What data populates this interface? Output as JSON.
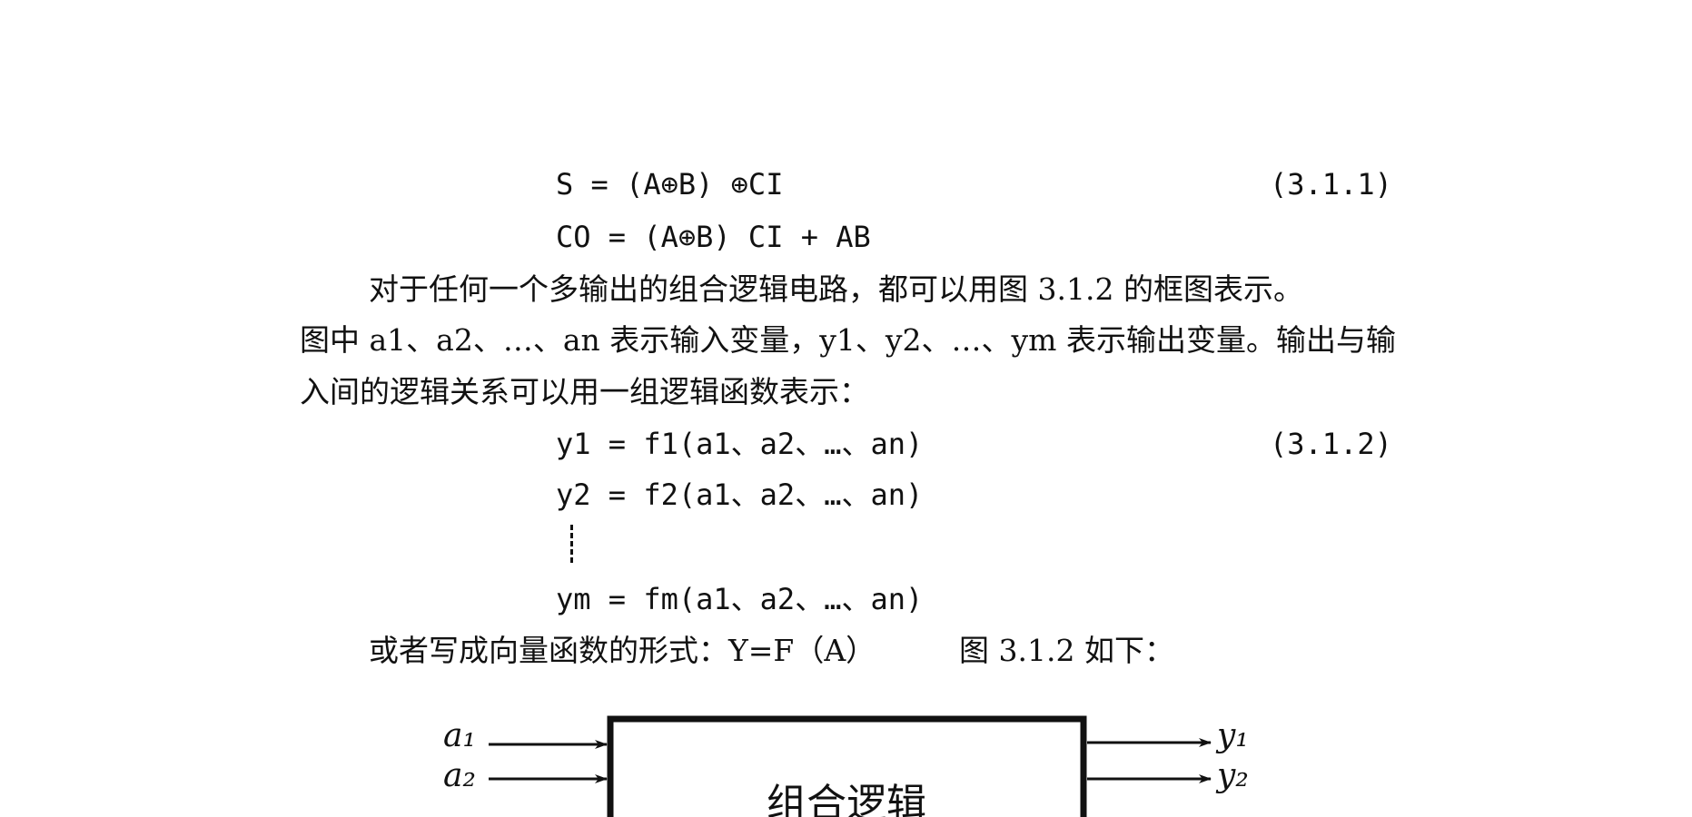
{
  "equations_1": {
    "s": "S = (A⊕B) ⊕CI",
    "co": "CO = (A⊕B) CI + AB",
    "number": "(3.1.1)"
  },
  "paragraph": {
    "line1": "对于任何一个多输出的组合逻辑电路，都可以用图 3.1.2 的框图表示。",
    "line2": "图中 a1、a2、…、an 表示输入变量，y1、y2、…、ym 表示输出变量。输出与输",
    "line3": "入间的逻辑关系可以用一组逻辑函数表示："
  },
  "equations_2": {
    "y1": "y1 = f1(a1、a2、…、an)",
    "y2": "y2 = f2(a1、a2、…、an)",
    "ym": "ym = fm(a1、a2、…、an)",
    "number": "(3.1.2)"
  },
  "vector_form": {
    "text": "或者写成向量函数的形式：Y=F（A）",
    "figure_ref": "图 3.1.2 如下："
  },
  "block_diagram": {
    "box_label": "组合逻辑",
    "inputs": [
      "a₁",
      "a₂"
    ],
    "outputs": [
      "y₁",
      "y₂"
    ]
  }
}
